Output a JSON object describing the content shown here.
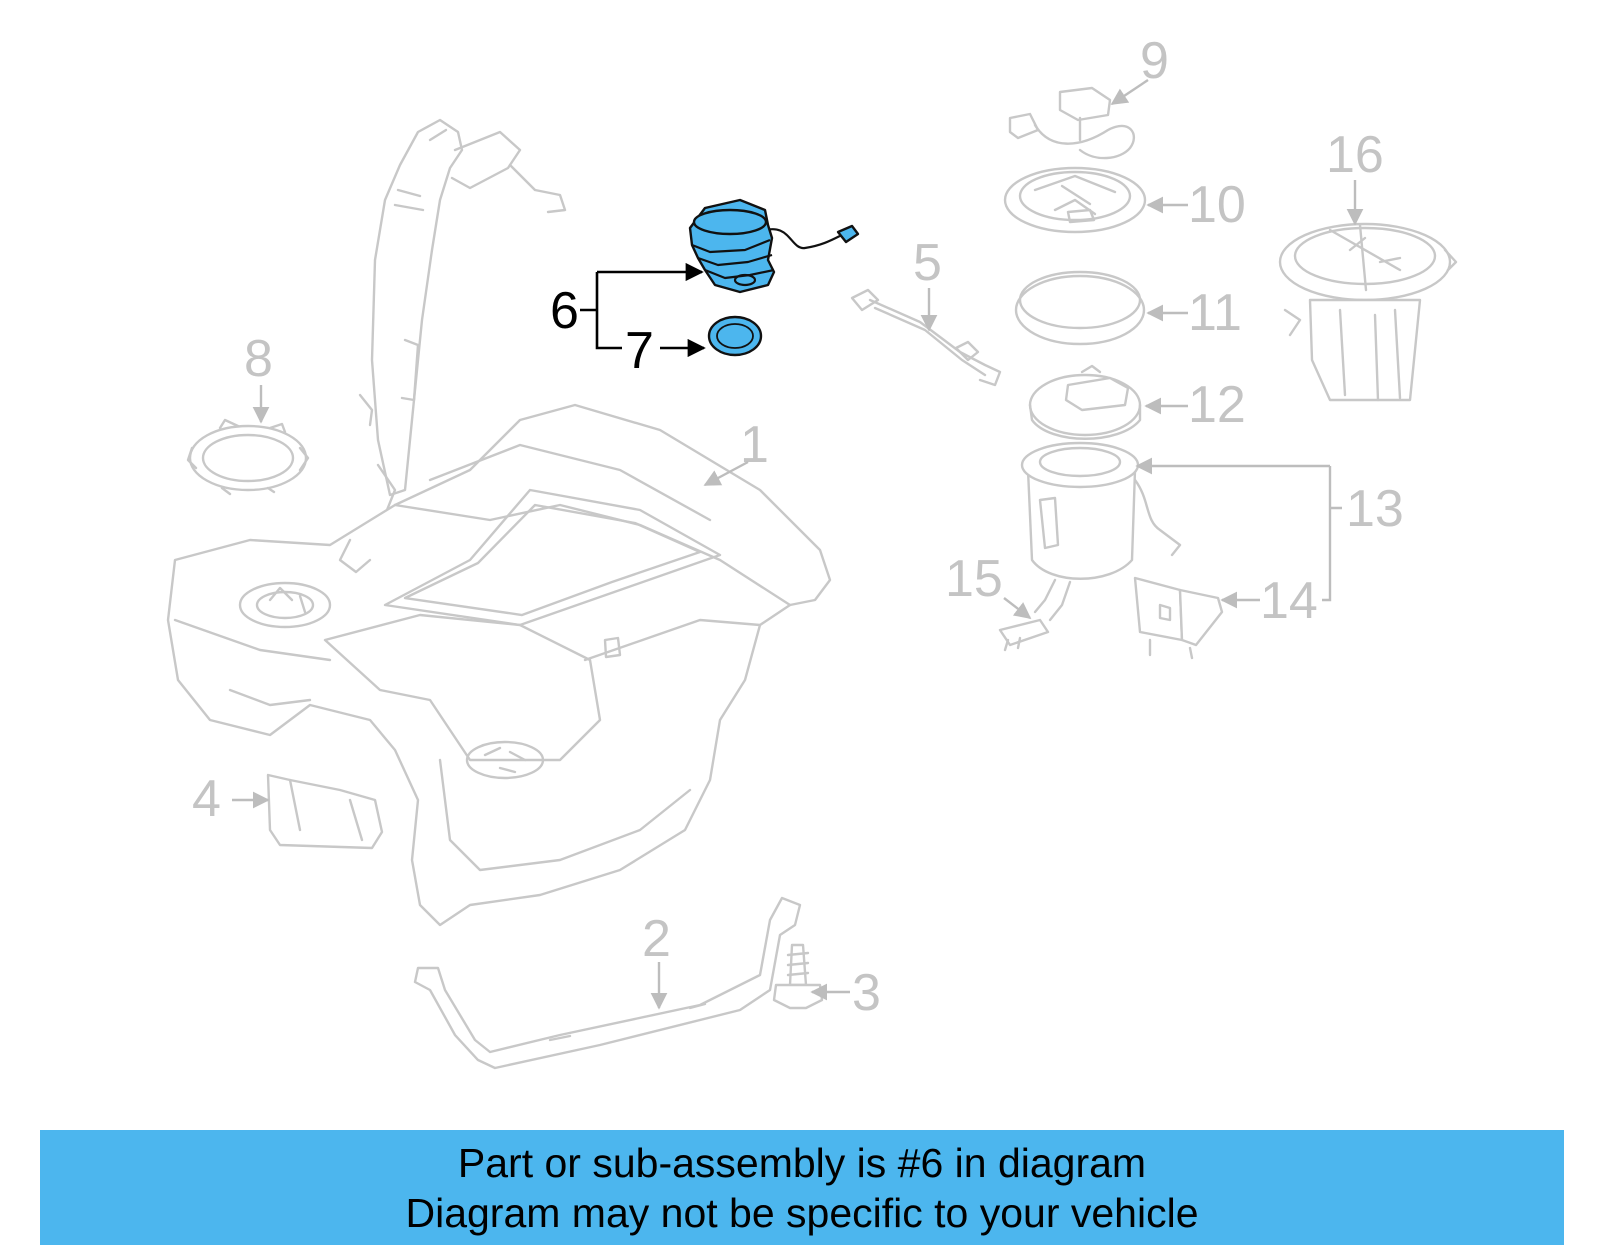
{
  "callouts": {
    "c1": "1",
    "c2": "2",
    "c3": "3",
    "c4": "4",
    "c5": "5",
    "c6": "6",
    "c7": "7",
    "c8": "8",
    "c9": "9",
    "c10": "10",
    "c11": "11",
    "c12": "12",
    "c13": "13",
    "c14": "14",
    "c15": "15",
    "c16": "16"
  },
  "colors": {
    "highlight": "#4cb6ee",
    "outline_faded": "#c8c8c8",
    "text_dark": "#000000"
  },
  "banner": {
    "line1": "Part or sub-assembly is #6 in diagram",
    "line2": "Diagram may not be specific to your vehicle"
  }
}
